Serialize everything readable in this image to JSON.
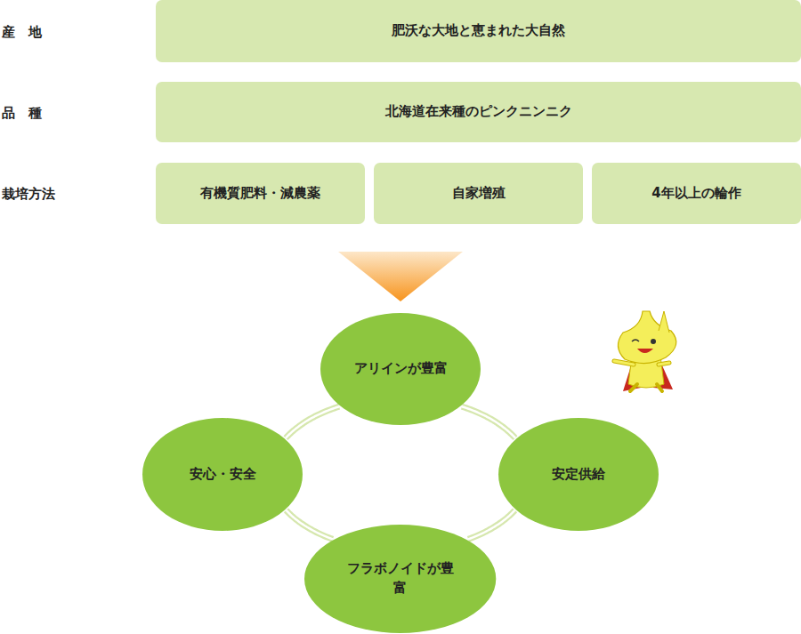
{
  "diagram": {
    "nodes": [
      {
        "text": [
          "肥沃な大地と恵まれた大自然"
        ]
      },
      {
        "text": [
          "北海道在来種のピンクニンニク"
        ]
      },
      {
        "text": [
          "有機質肥料・減農薬"
        ]
      },
      {
        "text": [
          "自家増殖"
        ]
      },
      {
        "text": [
          "4年以上の輪作"
        ]
      },
      {
        "text": [
          "アリインが豊富"
        ]
      },
      {
        "text": [
          "安心・安全"
        ]
      },
      {
        "text": [
          "安定供給"
        ]
      },
      {
        "text": [
          "フラボノイドが豊富"
        ]
      }
    ],
    "edges": [
      {
        "from": 5,
        "to": 7,
        "arrow": "none"
      },
      {
        "from": 7,
        "to": 8,
        "arrow": "none"
      },
      {
        "from": 8,
        "to": 6,
        "arrow": "none"
      },
      {
        "from": 6,
        "to": 5,
        "arrow": "none"
      }
    ],
    "labels": [
      "産　地",
      "品　種",
      "栽培方法"
    ]
  }
}
